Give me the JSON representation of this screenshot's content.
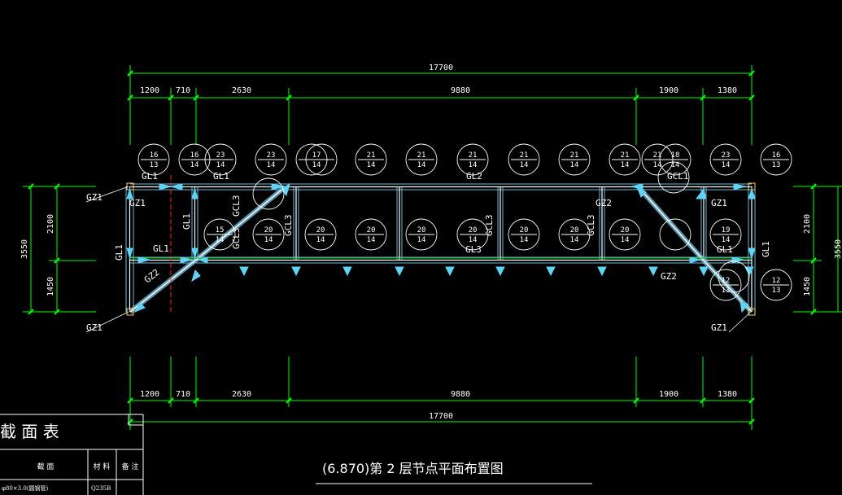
{
  "colors": {
    "background": "#000000",
    "dimension": "#00ff00",
    "member": "#ffffff",
    "member_edge": "#6fb7d6",
    "node": "#5fd3f3",
    "center": "#ff2020",
    "text": "#ffffff"
  },
  "dims_top": {
    "overall": "17700",
    "segments": [
      "1200",
      "710",
      "2630",
      "9880",
      "1900",
      "1380"
    ]
  },
  "dims_bottom": {
    "overall": "17700",
    "segments": [
      "1200",
      "710",
      "2630",
      "9880",
      "1900",
      "1380"
    ]
  },
  "dims_left": {
    "overall": "3550",
    "segments": [
      "2100",
      "1450"
    ]
  },
  "dims_right": {
    "overall": "3550",
    "segments": [
      "2100",
      "1450"
    ]
  },
  "member_labels": {
    "gz1": "GZ1",
    "gz2": "GZ2",
    "gl1": "GL1",
    "gl2": "GL2",
    "gl3": "GL3",
    "gcl3": "GCL3",
    "gcl1": "GCL1"
  },
  "bubbles_top": [
    {
      "n": "16",
      "d": "13"
    },
    {
      "n": "16",
      "d": "14"
    },
    {
      "n": "23",
      "d": "14"
    },
    {
      "n": "23",
      "d": "14"
    },
    {
      "n": "17",
      "d": "14"
    },
    {
      "n": "21",
      "d": "14"
    },
    {
      "n": "21",
      "d": "14"
    },
    {
      "n": "21",
      "d": "14"
    },
    {
      "n": "21",
      "d": "14"
    },
    {
      "n": "21",
      "d": "14"
    },
    {
      "n": "21",
      "d": "14"
    },
    {
      "n": "21",
      "d": "14"
    },
    {
      "n": "18",
      "d": "14"
    },
    {
      "n": "23",
      "d": "14"
    },
    {
      "n": "16",
      "d": "13"
    }
  ],
  "bubbles_mid": [
    {
      "n": "15",
      "d": "14"
    },
    {
      "n": "20",
      "d": "14"
    },
    {
      "n": "20",
      "d": "14"
    },
    {
      "n": "20",
      "d": "14"
    },
    {
      "n": "20",
      "d": "14"
    },
    {
      "n": "20",
      "d": "14"
    },
    {
      "n": "20",
      "d": "14"
    },
    {
      "n": "20",
      "d": "14"
    },
    {
      "n": "20",
      "d": "14"
    },
    {
      "n": "19",
      "d": "14"
    }
  ],
  "bubbles_lower": [
    {
      "n": "12",
      "d": "13"
    },
    {
      "n": "12",
      "d": "13"
    }
  ],
  "title_block": {
    "heading": "截 面 表",
    "col_section": "截 面",
    "col_material": "材 料",
    "col_note": "备 注",
    "row1_section": "φ80×3.0(圆钢管)",
    "row1_material": "Q235B"
  },
  "drawing_title": "(6.870)第 2 层节点平面布置图"
}
